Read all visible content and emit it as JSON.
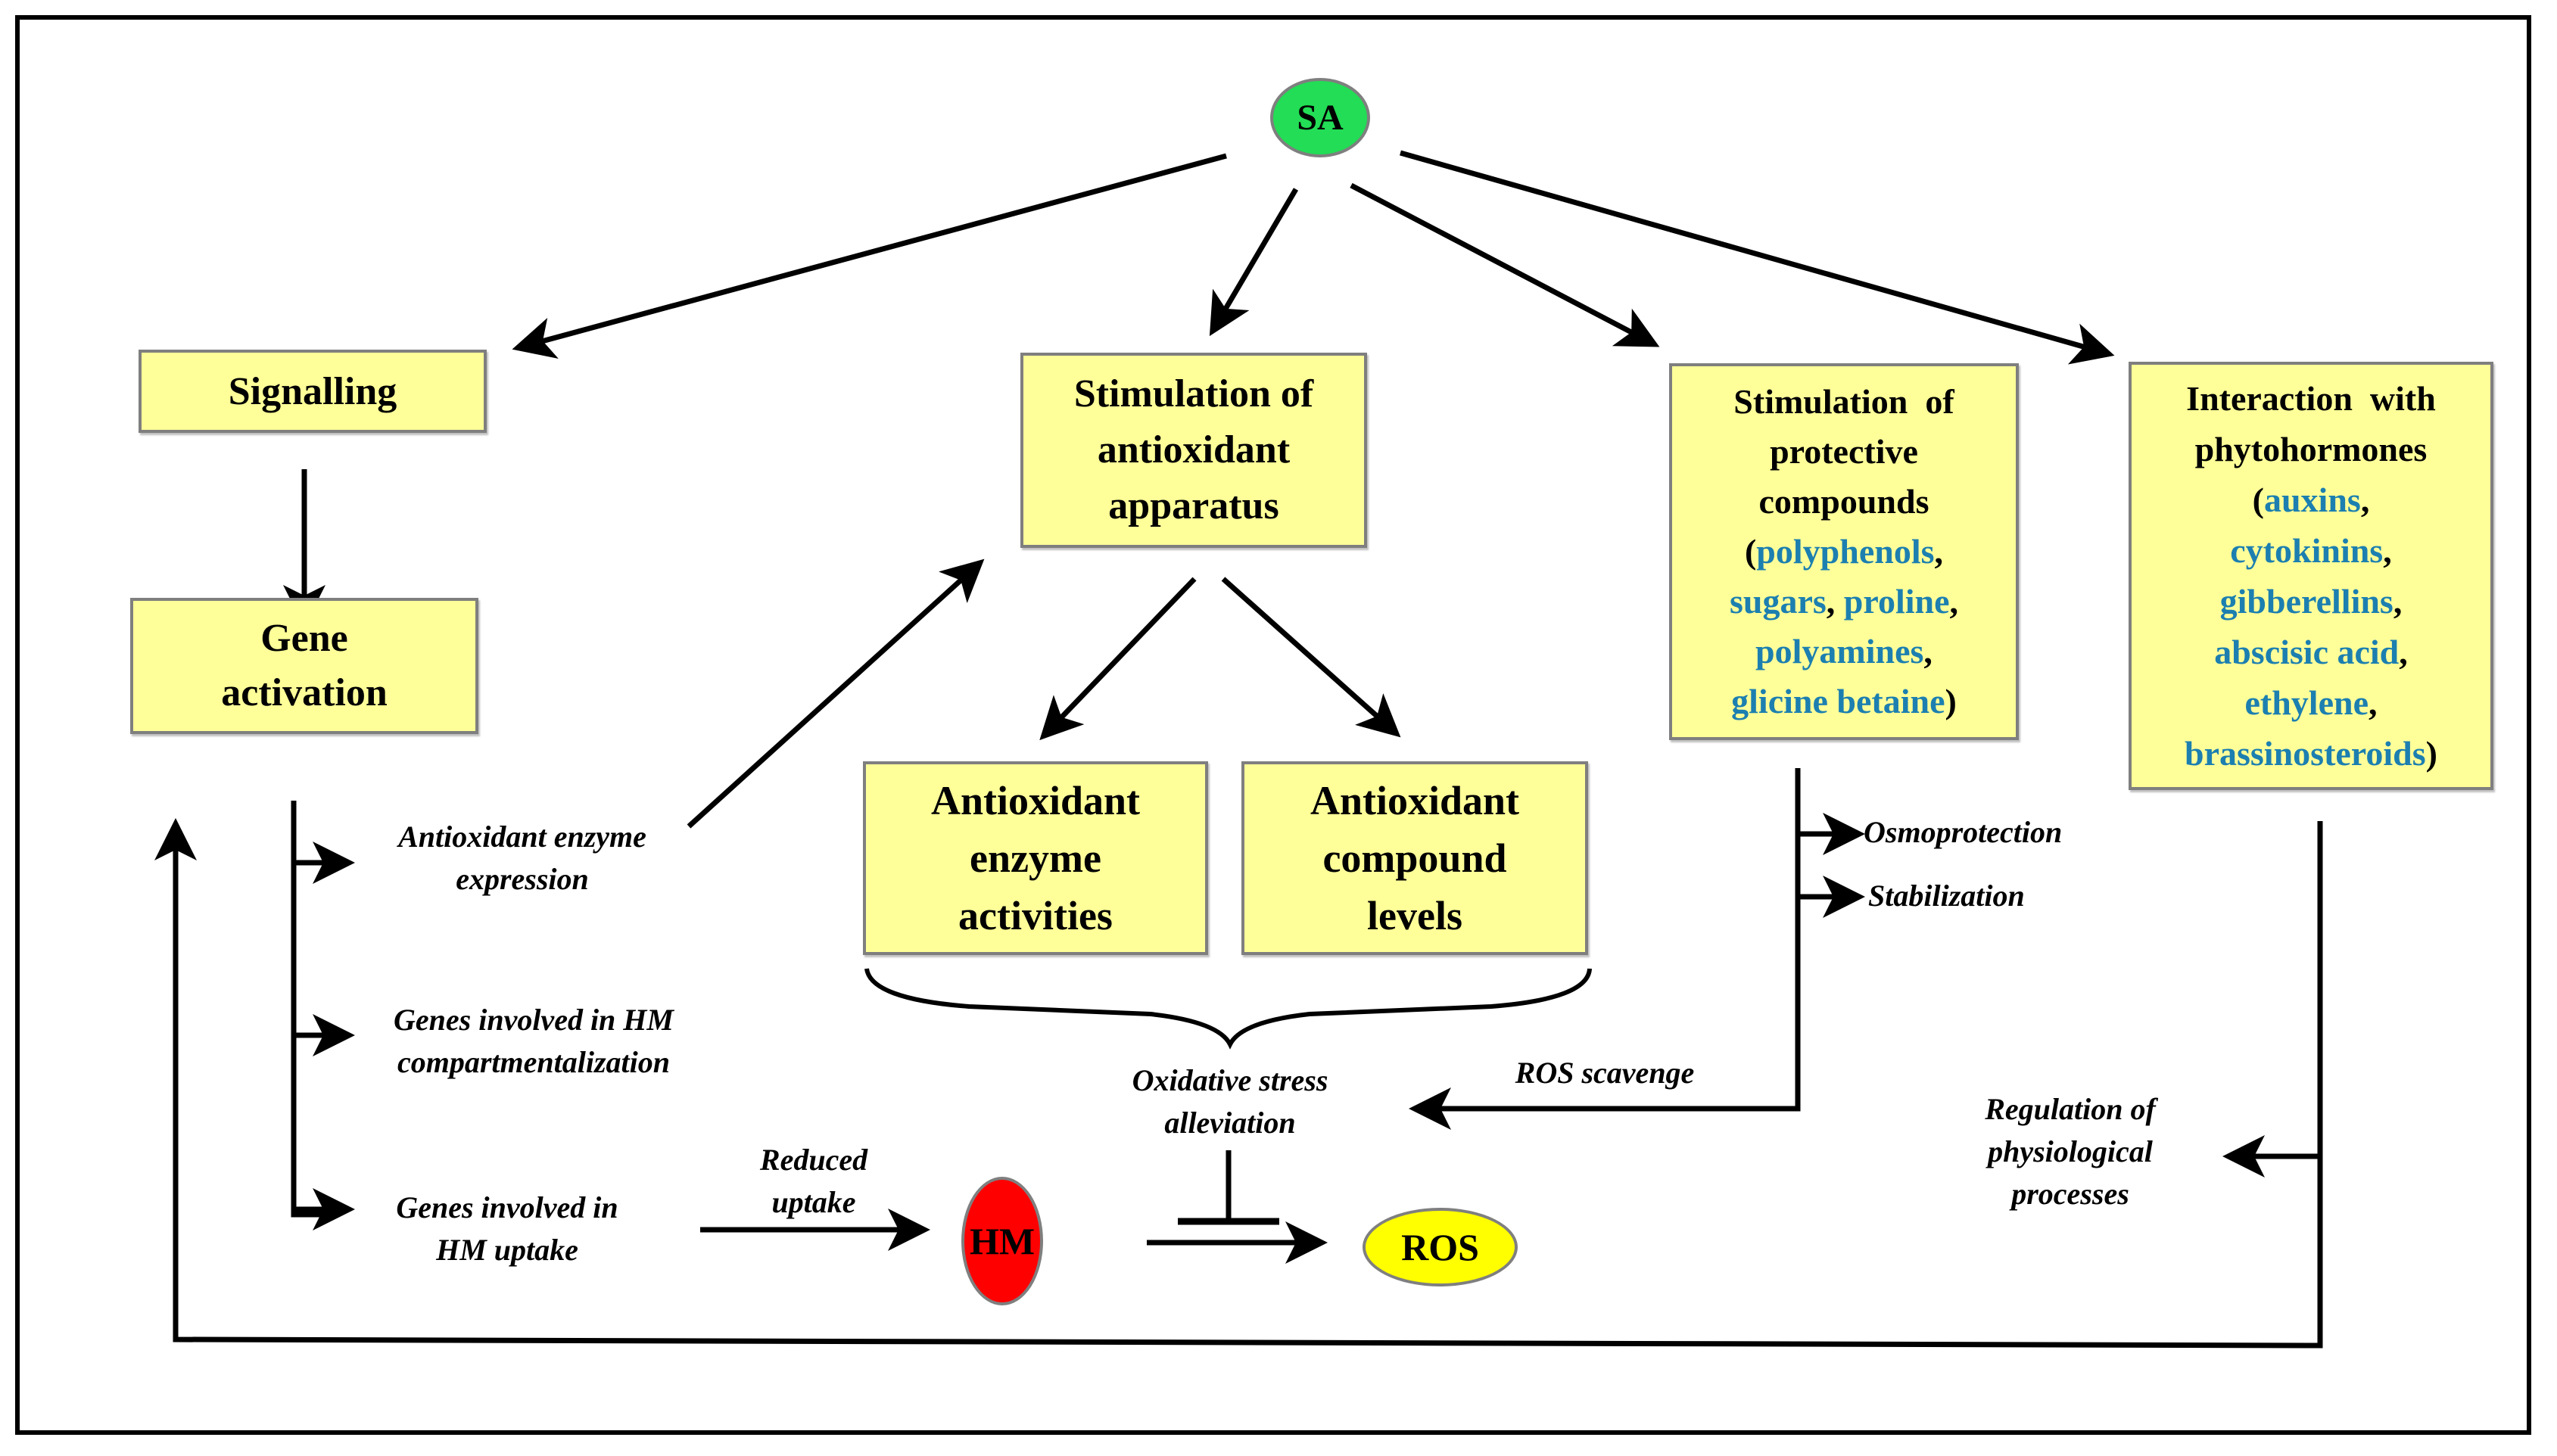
{
  "nodes": {
    "sa": {
      "label": "SA",
      "color": "#22dd55"
    },
    "hm": {
      "label": "HM",
      "color": "#ff0000"
    },
    "ros": {
      "label": "ROS",
      "color": "#ffff00"
    },
    "signalling": {
      "label": "Signalling"
    },
    "gene_activation": {
      "lines": [
        "Gene",
        "activation"
      ]
    },
    "stimulation_antioxidant": {
      "lines": [
        "Stimulation of",
        "antioxidant",
        "apparatus"
      ]
    },
    "antioxidant_enzyme_activities": {
      "lines": [
        "Antioxidant",
        "enzyme",
        "activities"
      ]
    },
    "antioxidant_compound_levels": {
      "lines": [
        "Antioxidant",
        "compound",
        "levels"
      ]
    },
    "protective_compounds": {
      "title_lines": [
        "Stimulation  of",
        "protective",
        "compounds"
      ],
      "items": [
        "polyphenols",
        "sugars",
        "proline",
        "polyamines",
        "glicine betaine"
      ]
    },
    "phytohormones": {
      "title_lines": [
        "Interaction  with",
        "phytohormones"
      ],
      "items": [
        "auxins",
        "cytokinins",
        "gibberellins",
        "abscisic acid",
        "ethylene",
        "brassinosteroids"
      ]
    }
  },
  "labels": {
    "antioxidant_enzyme_expression": [
      "Antioxidant enzyme",
      "expression"
    ],
    "genes_hm_compartmentalization": [
      "Genes involved in HM",
      "compartmentalization"
    ],
    "genes_hm_uptake": [
      "Genes involved in",
      "HM uptake"
    ],
    "reduced_uptake": [
      "Reduced",
      "uptake"
    ],
    "oxidative_stress_alleviation": [
      "Oxidative stress",
      "alleviation"
    ],
    "ros_scavenge": "ROS scavenge",
    "osmoprotection": "Osmoprotection",
    "stabilization": "Stabilization",
    "regulation_physiological": [
      "Regulation of",
      "physiological",
      "processes"
    ]
  },
  "colors": {
    "box_fill": "#ffff99",
    "box_border": "#7f7f7f",
    "highlight_text": "#1c7fb0"
  }
}
